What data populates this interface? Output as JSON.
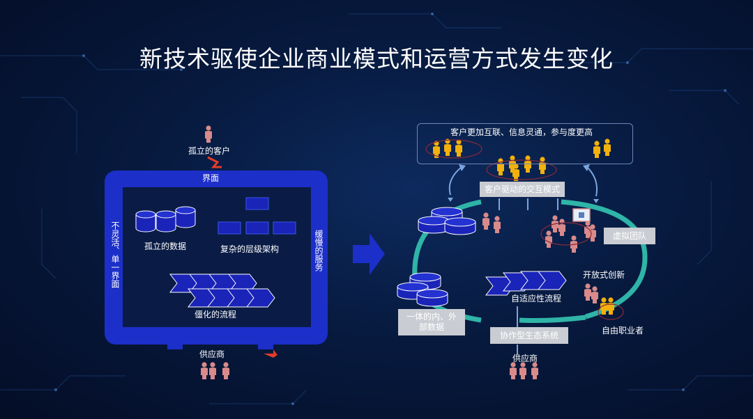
{
  "title": "新技术驱使企业商业模式和运营方式发生变化",
  "left": {
    "customer_label": "孤立的客户",
    "interface_label": "界面",
    "data_label": "孤立的数据",
    "hierarchy_label": "复杂的层级架构",
    "process_label": "僵化的流程",
    "left_side_label": "不灵活、单一界面",
    "right_side_label": "缓慢的服务",
    "supplier_label": "供应商"
  },
  "right": {
    "top_box_label": "客户更加互联、信息灵通，参与度更高",
    "interaction_label": "客户驱动的交互模式",
    "virtual_team_label": "虚拟团队",
    "open_innovation_label": "开放式创新",
    "adaptive_process_label": "自适应性流程",
    "integrated_data_label": "一体的内、外部数据",
    "ecosystem_label": "协作型生态系统",
    "freelancer_label": "自由职业者",
    "supplier_label": "供应商"
  },
  "icons": {
    "person": "person-icon",
    "database": "database-icon",
    "arrow": "big-right-arrow-icon"
  },
  "colors": {
    "frame_blue": "#1c2fc9",
    "shape_blue": "#1a24b8",
    "teal_ring": "#2fb5a8",
    "gold_person": "#f2b10c",
    "pink_person": "#d98a8a",
    "label_box_gray": "#c9ccd2"
  }
}
